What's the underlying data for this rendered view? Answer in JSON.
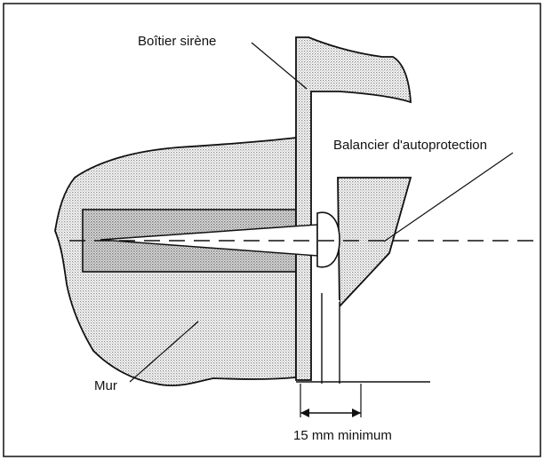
{
  "labels": {
    "housing": "Boîtier sirène",
    "tamper_lever": "Balancier d'autoprotection",
    "wall": "Mur",
    "dimension": "15 mm minimum"
  },
  "colors": {
    "line": "#111111",
    "stipple": "#8a8a8a",
    "background": "#ffffff"
  }
}
